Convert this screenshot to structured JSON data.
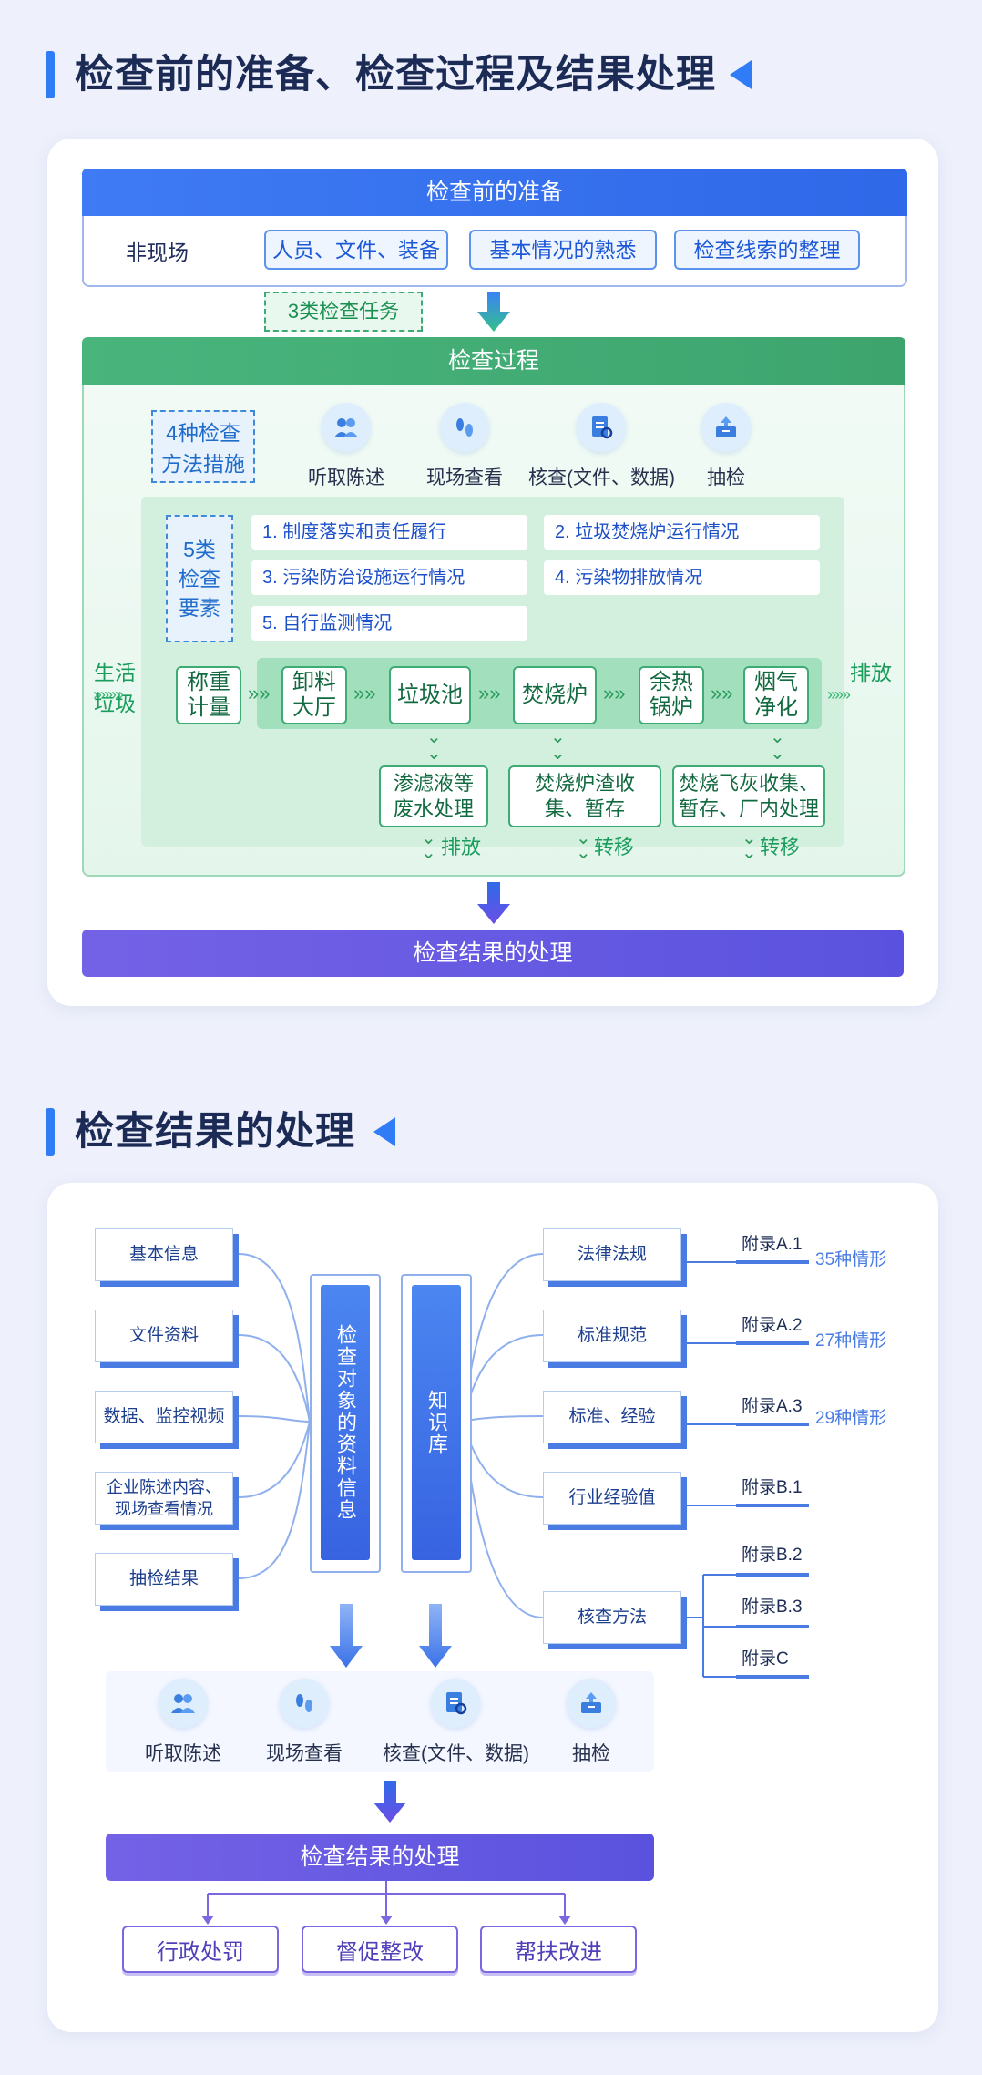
{
  "section1": {
    "title": "检查前的准备、检查过程及结果处理",
    "prep_header": "检查前的准备",
    "prep_row_label": "非现场",
    "prep_items": [
      "人员、文件、装备",
      "基本情况的熟悉",
      "检查线索的整理"
    ],
    "task_badge": "3类检查任务",
    "process_header": "检查过程",
    "method_badge": [
      "4种检查",
      "方法措施"
    ],
    "methods": [
      {
        "label": "听取陈述",
        "icon": "people-icon"
      },
      {
        "label": "现场查看",
        "icon": "footprints-icon"
      },
      {
        "label": "核查(文件、数据)",
        "icon": "document-search-icon"
      },
      {
        "label": "抽检",
        "icon": "sample-box-icon"
      }
    ],
    "elements_badge": [
      "5类",
      "检查",
      "要素"
    ],
    "elements": [
      "1. 制度落实和责任履行",
      "2. 垃圾焚烧炉运行情况",
      "3. 污染防治设施运行情况",
      "4. 污染物排放情况",
      "5. 自行监测情况"
    ],
    "flow_input": [
      "生活",
      "垃圾"
    ],
    "flow_output": "排放",
    "flow_steps": [
      [
        "称重",
        "计量"
      ],
      [
        "卸料",
        "大厅"
      ],
      [
        "垃圾池"
      ],
      [
        "焚烧炉"
      ],
      [
        "余热",
        "锅炉"
      ],
      [
        "烟气",
        "净化"
      ]
    ],
    "by_products": [
      [
        "渗滤液等",
        "废水处理"
      ],
      [
        "焚烧炉渣收",
        "集、暂存"
      ],
      [
        "焚烧飞灰收集、",
        "暂存、厂内处理"
      ]
    ],
    "by_product_results": [
      "排放",
      "转移",
      "转移"
    ],
    "result_header": "检查结果的处理"
  },
  "section2": {
    "title": "检查结果的处理",
    "left_items": [
      "基本信息",
      "文件资料",
      "数据、监控视频",
      [
        "企业陈述内容、",
        "现场查看情况"
      ],
      "抽检结果"
    ],
    "center_left": "检查对象的资料信息",
    "center_right": "知识库",
    "right_items": [
      "法律法规",
      "标准规范",
      "标准、经验",
      "行业经验值",
      "核查方法"
    ],
    "annexes": [
      {
        "label": "附录A.1",
        "count": "35种情形"
      },
      {
        "label": "附录A.2",
        "count": "27种情形"
      },
      {
        "label": "附录A.3",
        "count": "29种情形"
      },
      {
        "label": "附录B.1",
        "count": ""
      },
      {
        "label": "附录B.2",
        "count": ""
      },
      {
        "label": "附录B.3",
        "count": ""
      },
      {
        "label": "附录C",
        "count": ""
      }
    ],
    "methods": [
      "听取陈述",
      "现场查看",
      "核查(文件、数据)",
      "抽检"
    ],
    "result_header": "检查结果的处理",
    "actions": [
      "行政处罚",
      "督促整改",
      "帮扶改进"
    ]
  },
  "colors": {
    "accent_blue": "#2f7cf6",
    "green": "#3dab74",
    "purple": "#7a68e3"
  }
}
